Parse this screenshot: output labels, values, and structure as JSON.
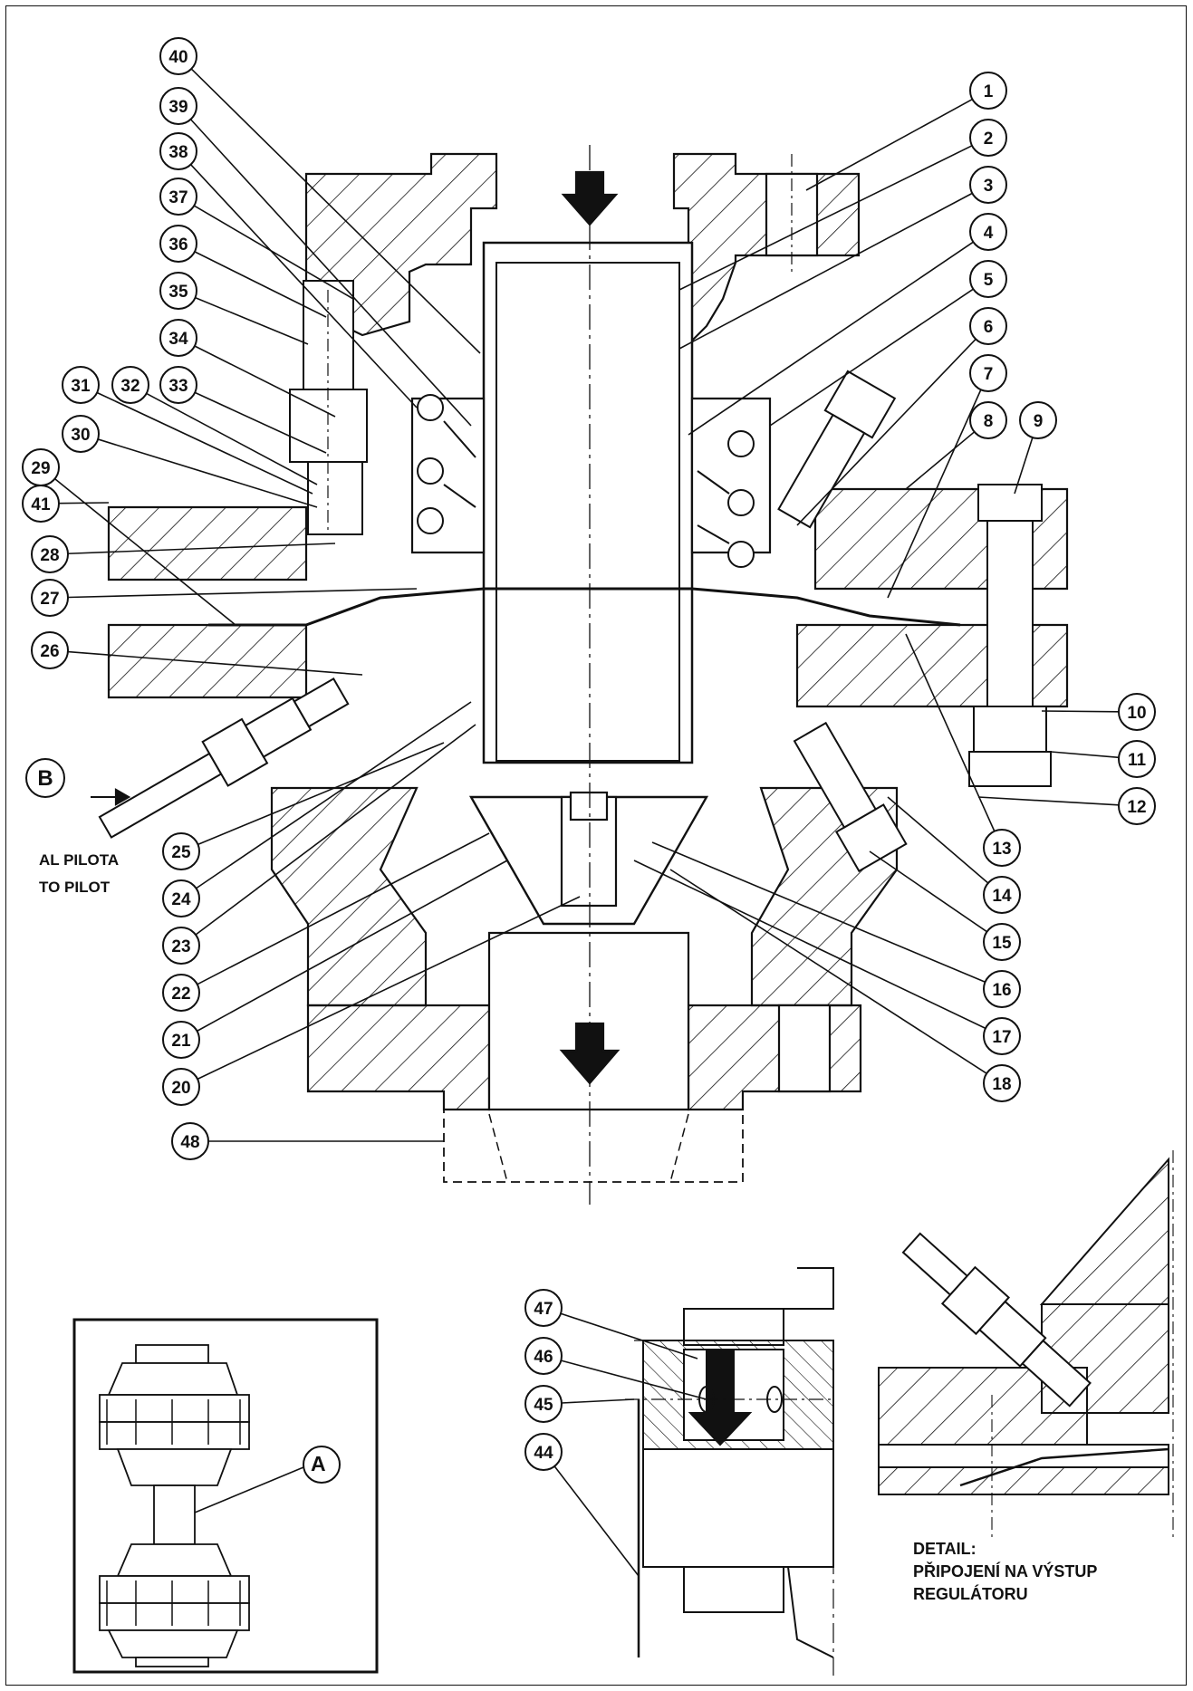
{
  "labels": {
    "a": "A",
    "b": "B",
    "al_pilota": "AL PILOTA",
    "to_pilot": "TO PILOT",
    "detail_line1": "DETAIL:",
    "detail_line2": "PŘIPOJENÍ NA VÝSTUP",
    "detail_line3": "REGULÁTORU"
  },
  "callouts": [
    "1",
    "2",
    "3",
    "4",
    "5",
    "6",
    "7",
    "8",
    "9",
    "10",
    "11",
    "12",
    "13",
    "14",
    "15",
    "16",
    "17",
    "18",
    "20",
    "21",
    "22",
    "23",
    "24",
    "25",
    "26",
    "27",
    "28",
    "29",
    "30",
    "31",
    "32",
    "33",
    "34",
    "35",
    "36",
    "37",
    "38",
    "39",
    "40",
    "41",
    "44",
    "45",
    "46",
    "47",
    "48"
  ]
}
